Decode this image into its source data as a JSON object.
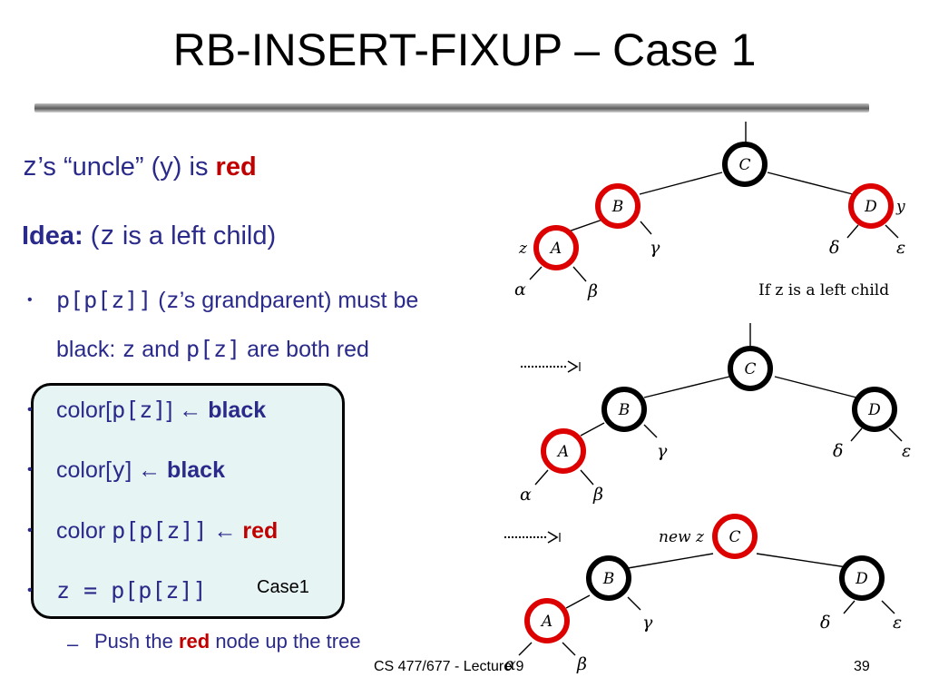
{
  "title": "RB-INSERT-FIXUP – Case 1",
  "lines": {
    "uncle": {
      "z": "z",
      "mid": "’s “uncle” (y) is ",
      "red": "red"
    },
    "idea": {
      "label": "Idea:",
      "open": " (",
      "z": "z",
      "rest": " is a left child)"
    },
    "b1a": {
      "code": "p[p[z]]",
      "open": " (",
      "z": "z",
      "rest": "’s grandparent) must be"
    },
    "b1b": {
      "pre": "black: ",
      "z": "z",
      "and": " and ",
      "pz": "p[z]",
      "rest": " are both red"
    },
    "b2": {
      "pre": "color[",
      "code": "p[z]",
      "post": "] ← ",
      "bold": "black"
    },
    "b3": {
      "pre": "color[",
      "code": "y",
      "post": "] ← ",
      "bold": "black"
    },
    "b4": {
      "pre": "color ",
      "code": "p[p[z]]",
      "post": " ← ",
      "red": "red"
    },
    "b5": {
      "code": "z = p[p[z]]"
    },
    "sub": {
      "pre": "Push the ",
      "red": "red",
      "rest": " node up the tree"
    }
  },
  "callout_label": "Case1",
  "bullet_glyph": "•",
  "dash_glyph": "–",
  "footer": "CS 477/677 - Lecture 9",
  "page_number": "39",
  "colors": {
    "red_node": "#dd0000",
    "black_node": "#000000",
    "text": "#2a2a8a",
    "callout_bg": "#e6f4f4"
  },
  "diagram": {
    "tree1": {
      "nodes": [
        "C",
        "B",
        "D",
        "A"
      ],
      "greek": [
        "α",
        "β",
        "γ",
        "δ",
        "ε"
      ],
      "z_label": "z",
      "y_label": "y",
      "caption": "If z is a left child"
    },
    "tree2": {
      "nodes": [
        "C",
        "B",
        "D",
        "A"
      ],
      "greek": [
        "α",
        "β",
        "γ",
        "δ",
        "ε"
      ]
    },
    "tree3": {
      "nodes": [
        "C",
        "B",
        "D",
        "A"
      ],
      "greek": [
        "α",
        "β",
        "γ",
        "δ",
        "ε"
      ],
      "new_z": "new z"
    }
  }
}
